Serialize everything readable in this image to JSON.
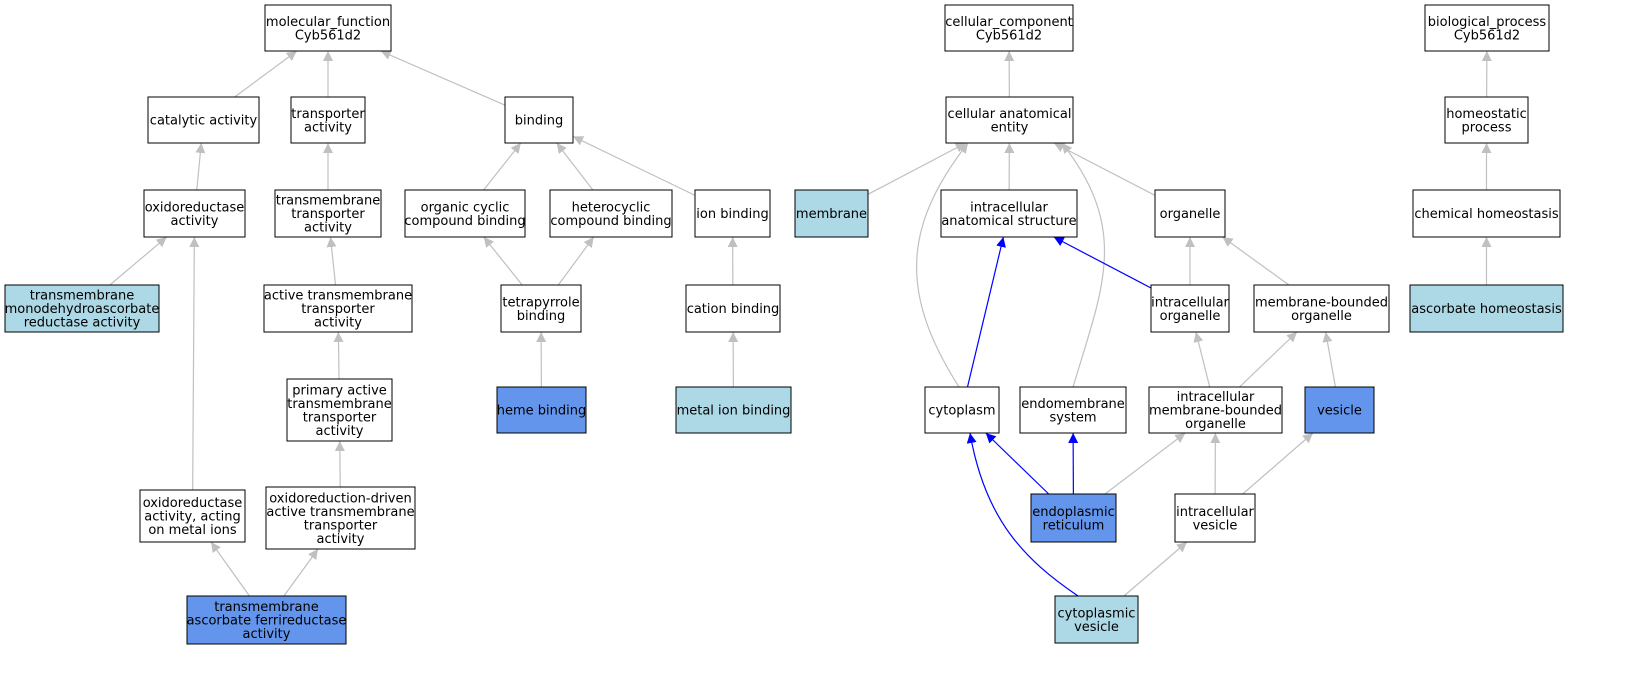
{
  "colors": {
    "plain": "#ffffff",
    "light": "#add8e6",
    "dark": "#6495ed",
    "edge_gray": "#c0c0c0",
    "edge_blue": "#0000ff",
    "border": "#000000"
  },
  "nodes": [
    {
      "id": "mf",
      "lines": [
        "molecular_function",
        "Cyb561d2"
      ],
      "fill": "plain"
    },
    {
      "id": "catalytic",
      "lines": [
        "catalytic activity"
      ],
      "fill": "plain"
    },
    {
      "id": "transporter",
      "lines": [
        "transporter",
        "activity"
      ],
      "fill": "plain"
    },
    {
      "id": "binding",
      "lines": [
        "binding"
      ],
      "fill": "plain"
    },
    {
      "id": "oxidoreductase",
      "lines": [
        "oxidoreductase",
        "activity"
      ],
      "fill": "plain"
    },
    {
      "id": "tm_transporter",
      "lines": [
        "transmembrane",
        "transporter",
        "activity"
      ],
      "fill": "plain"
    },
    {
      "id": "organic_cyclic",
      "lines": [
        "organic cyclic",
        "compound binding"
      ],
      "fill": "plain"
    },
    {
      "id": "heterocyclic",
      "lines": [
        "heterocyclic",
        "compound binding"
      ],
      "fill": "plain"
    },
    {
      "id": "ion_binding",
      "lines": [
        "ion binding"
      ],
      "fill": "plain"
    },
    {
      "id": "tm_mdhar",
      "lines": [
        "transmembrane",
        "monodehydroascorbate",
        "reductase activity"
      ],
      "fill": "light"
    },
    {
      "id": "active_tm",
      "lines": [
        "active transmembrane",
        "transporter",
        "activity"
      ],
      "fill": "plain"
    },
    {
      "id": "tetrapyrrole",
      "lines": [
        "tetrapyrrole",
        "binding"
      ],
      "fill": "plain"
    },
    {
      "id": "cation_binding",
      "lines": [
        "cation binding"
      ],
      "fill": "plain"
    },
    {
      "id": "primary_active",
      "lines": [
        "primary active",
        "transmembrane",
        "transporter",
        "activity"
      ],
      "fill": "plain"
    },
    {
      "id": "heme",
      "lines": [
        "heme binding"
      ],
      "fill": "dark"
    },
    {
      "id": "metal_ion",
      "lines": [
        "metal ion binding"
      ],
      "fill": "light"
    },
    {
      "id": "oxido_metal",
      "lines": [
        "oxidoreductase",
        "activity, acting",
        "on metal ions"
      ],
      "fill": "plain"
    },
    {
      "id": "oxido_driven",
      "lines": [
        "oxidoreduction-driven",
        "active transmembrane",
        "transporter",
        "activity"
      ],
      "fill": "plain"
    },
    {
      "id": "tm_ascorbate",
      "lines": [
        "transmembrane",
        "ascorbate ferrireductase",
        "activity"
      ],
      "fill": "dark"
    },
    {
      "id": "cc",
      "lines": [
        "cellular_component",
        "Cyb561d2"
      ],
      "fill": "plain"
    },
    {
      "id": "cae",
      "lines": [
        "cellular anatomical",
        "entity"
      ],
      "fill": "plain"
    },
    {
      "id": "membrane",
      "lines": [
        "membrane"
      ],
      "fill": "light"
    },
    {
      "id": "ias",
      "lines": [
        "intracellular",
        "anatomical structure"
      ],
      "fill": "plain"
    },
    {
      "id": "organelle",
      "lines": [
        "organelle"
      ],
      "fill": "plain"
    },
    {
      "id": "intra_organelle",
      "lines": [
        "intracellular",
        "organelle"
      ],
      "fill": "plain"
    },
    {
      "id": "mb_organelle",
      "lines": [
        "membrane-bounded",
        "organelle"
      ],
      "fill": "plain"
    },
    {
      "id": "cytoplasm",
      "lines": [
        "cytoplasm"
      ],
      "fill": "plain"
    },
    {
      "id": "endomembrane",
      "lines": [
        "endomembrane",
        "system"
      ],
      "fill": "plain"
    },
    {
      "id": "imbo",
      "lines": [
        "intracellular",
        "membrane-bounded",
        "organelle"
      ],
      "fill": "plain"
    },
    {
      "id": "vesicle",
      "lines": [
        "vesicle"
      ],
      "fill": "dark"
    },
    {
      "id": "er",
      "lines": [
        "endoplasmic",
        "reticulum"
      ],
      "fill": "dark"
    },
    {
      "id": "intra_vesicle",
      "lines": [
        "intracellular",
        "vesicle"
      ],
      "fill": "plain"
    },
    {
      "id": "cyto_vesicle",
      "lines": [
        "cytoplasmic",
        "vesicle"
      ],
      "fill": "light"
    },
    {
      "id": "bp",
      "lines": [
        "biological_process",
        "Cyb561d2"
      ],
      "fill": "plain"
    },
    {
      "id": "homeostatic",
      "lines": [
        "homeostatic",
        "process"
      ],
      "fill": "plain"
    },
    {
      "id": "chem_homeo",
      "lines": [
        "chemical homeostasis"
      ],
      "fill": "plain"
    },
    {
      "id": "asc_homeo",
      "lines": [
        "ascorbate homeostasis"
      ],
      "fill": "light"
    }
  ],
  "edges": [
    {
      "from": "catalytic",
      "to": "mf",
      "color": "gray"
    },
    {
      "from": "transporter",
      "to": "mf",
      "color": "gray"
    },
    {
      "from": "binding",
      "to": "mf",
      "color": "gray"
    },
    {
      "from": "oxidoreductase",
      "to": "catalytic",
      "color": "gray"
    },
    {
      "from": "tm_transporter",
      "to": "transporter",
      "color": "gray"
    },
    {
      "from": "organic_cyclic",
      "to": "binding",
      "color": "gray"
    },
    {
      "from": "heterocyclic",
      "to": "binding",
      "color": "gray"
    },
    {
      "from": "ion_binding",
      "to": "binding",
      "color": "gray"
    },
    {
      "from": "tm_mdhar",
      "to": "oxidoreductase",
      "color": "gray"
    },
    {
      "from": "active_tm",
      "to": "tm_transporter",
      "color": "gray"
    },
    {
      "from": "tetrapyrrole",
      "to": "organic_cyclic",
      "color": "gray"
    },
    {
      "from": "tetrapyrrole",
      "to": "heterocyclic",
      "color": "gray"
    },
    {
      "from": "cation_binding",
      "to": "ion_binding",
      "color": "gray"
    },
    {
      "from": "primary_active",
      "to": "active_tm",
      "color": "gray"
    },
    {
      "from": "heme",
      "to": "tetrapyrrole",
      "color": "gray"
    },
    {
      "from": "metal_ion",
      "to": "cation_binding",
      "color": "gray"
    },
    {
      "from": "oxido_metal",
      "to": "oxidoreductase",
      "color": "gray"
    },
    {
      "from": "oxido_driven",
      "to": "primary_active",
      "color": "gray"
    },
    {
      "from": "tm_ascorbate",
      "to": "oxido_metal",
      "color": "gray"
    },
    {
      "from": "tm_ascorbate",
      "to": "oxido_driven",
      "color": "gray"
    },
    {
      "from": "cae",
      "to": "cc",
      "color": "gray"
    },
    {
      "from": "membrane",
      "to": "cae",
      "color": "gray"
    },
    {
      "from": "ias",
      "to": "cae",
      "color": "gray"
    },
    {
      "from": "organelle",
      "to": "cae",
      "color": "gray"
    },
    {
      "from": "cytoplasm",
      "to": "cae",
      "color": "gray",
      "curve": "cytoplasm-left"
    },
    {
      "from": "endomembrane",
      "to": "cae",
      "color": "gray",
      "curve": "endomembrane-right"
    },
    {
      "from": "intra_organelle",
      "to": "organelle",
      "color": "gray"
    },
    {
      "from": "mb_organelle",
      "to": "organelle",
      "color": "gray"
    },
    {
      "from": "cytoplasm",
      "to": "ias",
      "color": "blue"
    },
    {
      "from": "intra_organelle",
      "to": "ias",
      "color": "blue"
    },
    {
      "from": "imbo",
      "to": "intra_organelle",
      "color": "gray"
    },
    {
      "from": "imbo",
      "to": "mb_organelle",
      "color": "gray"
    },
    {
      "from": "vesicle",
      "to": "mb_organelle",
      "color": "gray"
    },
    {
      "from": "er",
      "to": "cytoplasm",
      "color": "blue"
    },
    {
      "from": "er",
      "to": "endomembrane",
      "color": "blue"
    },
    {
      "from": "er",
      "to": "imbo",
      "color": "gray"
    },
    {
      "from": "intra_vesicle",
      "to": "imbo",
      "color": "gray"
    },
    {
      "from": "intra_vesicle",
      "to": "vesicle",
      "color": "gray"
    },
    {
      "from": "cyto_vesicle",
      "to": "cytoplasm",
      "color": "blue",
      "curve": "cytovesicle-left"
    },
    {
      "from": "cyto_vesicle",
      "to": "intra_vesicle",
      "color": "gray"
    },
    {
      "from": "homeostatic",
      "to": "bp",
      "color": "gray"
    },
    {
      "from": "chem_homeo",
      "to": "homeostatic",
      "color": "gray"
    },
    {
      "from": "asc_homeo",
      "to": "chem_homeo",
      "color": "gray"
    }
  ]
}
